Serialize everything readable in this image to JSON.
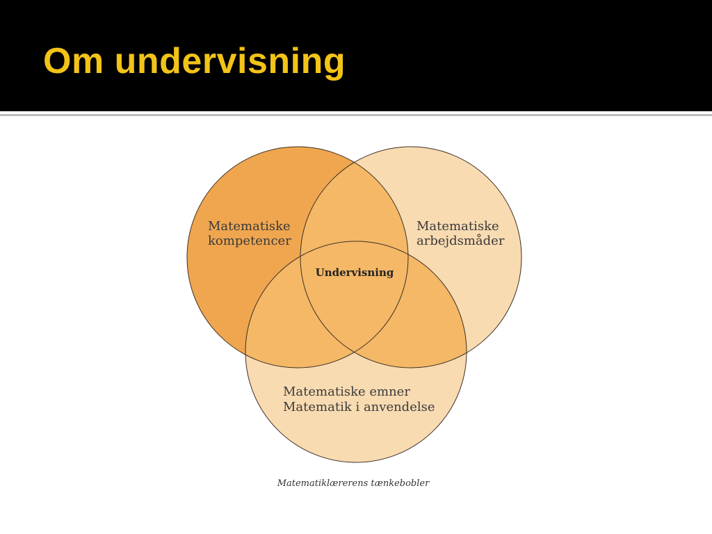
{
  "slide": {
    "title": "Om undervisning"
  },
  "diagram": {
    "circles": [
      {
        "name": "kompetencer",
        "lines": [
          "Matematiske",
          "kompetencer"
        ],
        "fill": "#f0a64f"
      },
      {
        "name": "arbejdsmaader",
        "lines": [
          "Matematiske",
          "arbejdsmåder"
        ],
        "fill": "#f9dbb2"
      },
      {
        "name": "emner",
        "lines": [
          "Matematiske emner",
          "Matematik i anvendelse"
        ],
        "fill": "#f9dbb2"
      }
    ],
    "center_label": "Undervisning",
    "caption": "Matematiklærerens tænkebobler",
    "colors": {
      "dark_orange": "#f0a64f",
      "light_orange": "#f9dbb2",
      "overlap": "#f4b866",
      "outline": "#3c2f25",
      "title_yellow": "#f2c318",
      "title_background": "#000000"
    }
  }
}
